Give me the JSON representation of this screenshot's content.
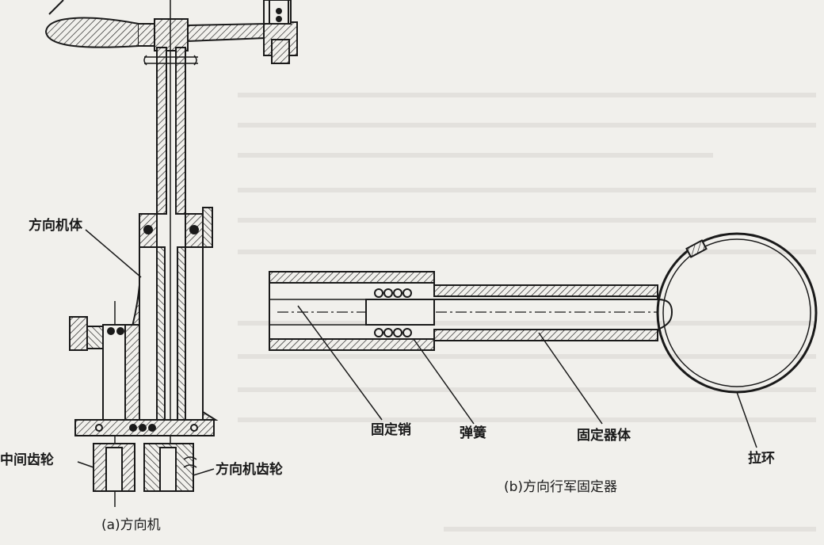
{
  "figure": {
    "part_a": {
      "caption": "(a)方向机",
      "labels": {
        "body": "方向机体",
        "middle_gear": "中间齿轮",
        "dir_gear": "方向机齿轮"
      }
    },
    "part_b": {
      "caption": "(b)方向行军固定器",
      "labels": {
        "pin": "固定销",
        "spring": "弹簧",
        "holder_body": "固定器体",
        "pull_ring": "拉环"
      }
    }
  },
  "colors": {
    "ink": "#1a1a1a",
    "paper": "#f1f0ec"
  }
}
